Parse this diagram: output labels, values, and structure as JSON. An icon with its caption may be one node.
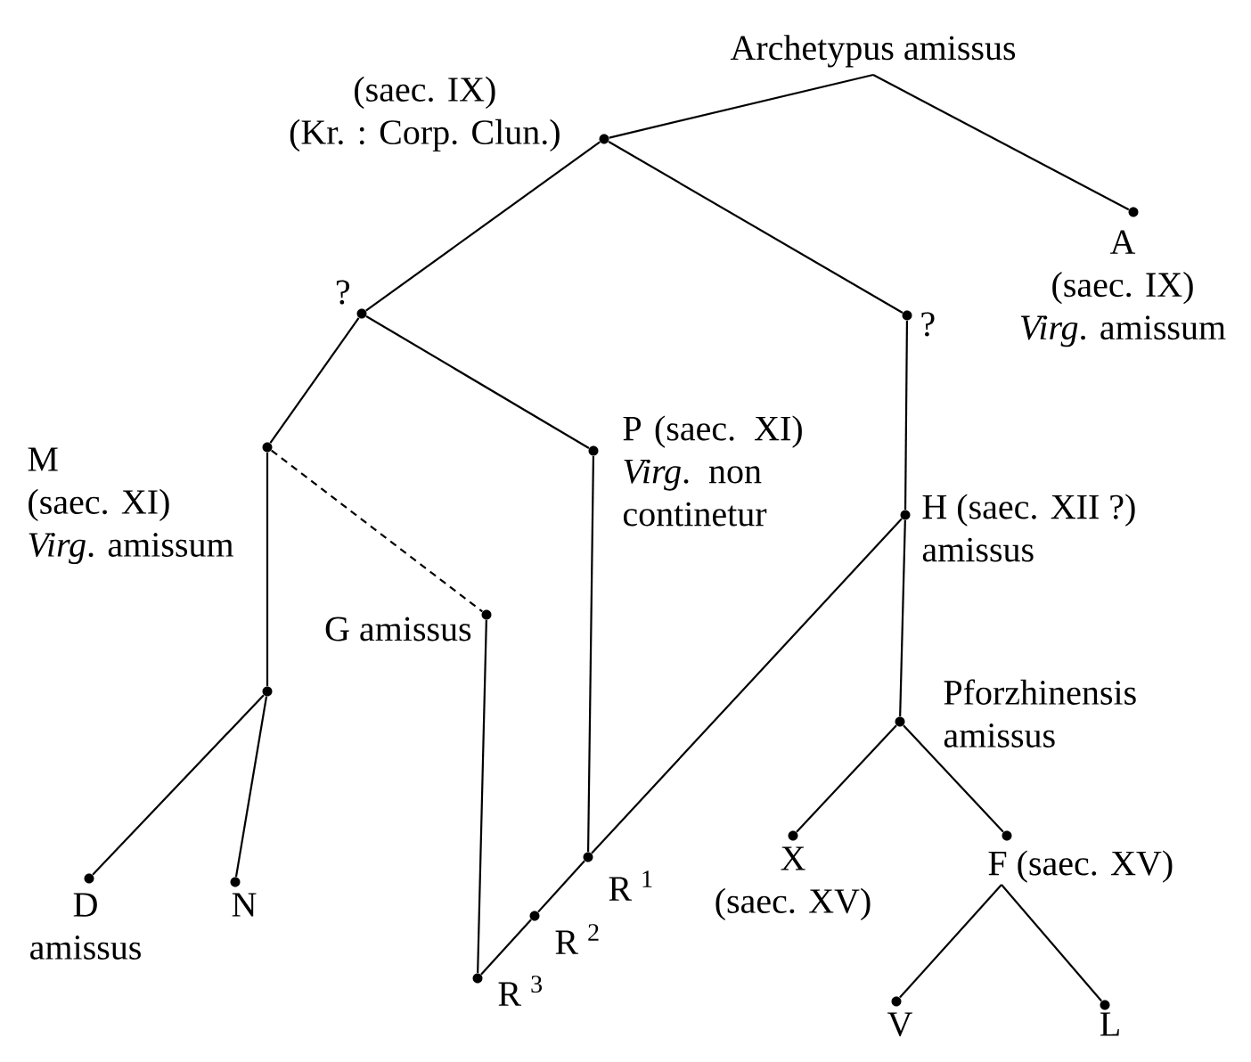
{
  "diagram": {
    "nodes": [
      {
        "text": [
          "Archetypus amissus"
        ]
      },
      {
        "text": [
          "(saec. IX)",
          "(Kr. : Corp. Clun.)"
        ]
      },
      {
        "text": [
          "A",
          "(saec. IX)",
          "*Virg*. amissum"
        ]
      },
      {
        "text": [
          "?"
        ]
      },
      {
        "text": [
          "?"
        ]
      },
      {
        "text": [
          "M",
          "(saec. XI)",
          "*Virg*. amissum"
        ]
      },
      {
        "text": [
          "P (saec. XI)",
          "*Virg*. non continetur"
        ]
      },
      {
        "text": [
          "H (saec. XII ?)",
          "amissus"
        ]
      },
      {
        "text": [
          "G amissus"
        ]
      },
      {
        "text": [],
        "shape": "circle"
      },
      {
        "text": [
          "Pforzhinensis amissus"
        ]
      },
      {
        "text": [
          "D",
          "amissus"
        ]
      },
      {
        "text": [
          "N"
        ]
      },
      {
        "text": [
          "R $^{1}$"
        ]
      },
      {
        "text": [
          "R $^{2}$"
        ]
      },
      {
        "text": [
          "R $^{3}$"
        ]
      },
      {
        "text": [
          "X",
          "(saec. XV)"
        ]
      },
      {
        "text": [
          "F (saec. XV)"
        ]
      },
      {
        "text": [
          "V"
        ]
      },
      {
        "text": [
          "L"
        ]
      }
    ],
    "edges": [
      {
        "from": 0,
        "to": 1,
        "arrow": "none"
      },
      {
        "from": 0,
        "to": 2,
        "arrow": "none"
      },
      {
        "from": 1,
        "to": 3,
        "arrow": "none"
      },
      {
        "from": 1,
        "to": 4,
        "arrow": "none"
      },
      {
        "from": 3,
        "to": 5,
        "arrow": "none"
      },
      {
        "from": 3,
        "to": 6,
        "arrow": "none"
      },
      {
        "from": 5,
        "to": 8,
        "arrow": "none",
        "style": "dashed"
      },
      {
        "from": 4,
        "to": 7,
        "arrow": "none"
      },
      {
        "from": 5,
        "to": 9,
        "arrow": "none"
      },
      {
        "from": 9,
        "to": 11,
        "arrow": "none"
      },
      {
        "from": 9,
        "to": 12,
        "arrow": "none"
      },
      {
        "from": 8,
        "to": 15,
        "arrow": "none"
      },
      {
        "from": 6,
        "to": 13,
        "arrow": "none"
      },
      {
        "from": 7,
        "to": 13,
        "arrow": "none"
      },
      {
        "from": 13,
        "to": 14,
        "arrow": "none"
      },
      {
        "from": 14,
        "to": 15,
        "arrow": "none"
      },
      {
        "from": 7,
        "to": 10,
        "arrow": "none"
      },
      {
        "from": 10,
        "to": 16,
        "arrow": "none"
      },
      {
        "from": 10,
        "to": 17,
        "arrow": "none"
      },
      {
        "from": 17,
        "to": 18,
        "arrow": "none"
      },
      {
        "from": 17,
        "to": 19,
        "arrow": "none"
      }
    ]
  }
}
